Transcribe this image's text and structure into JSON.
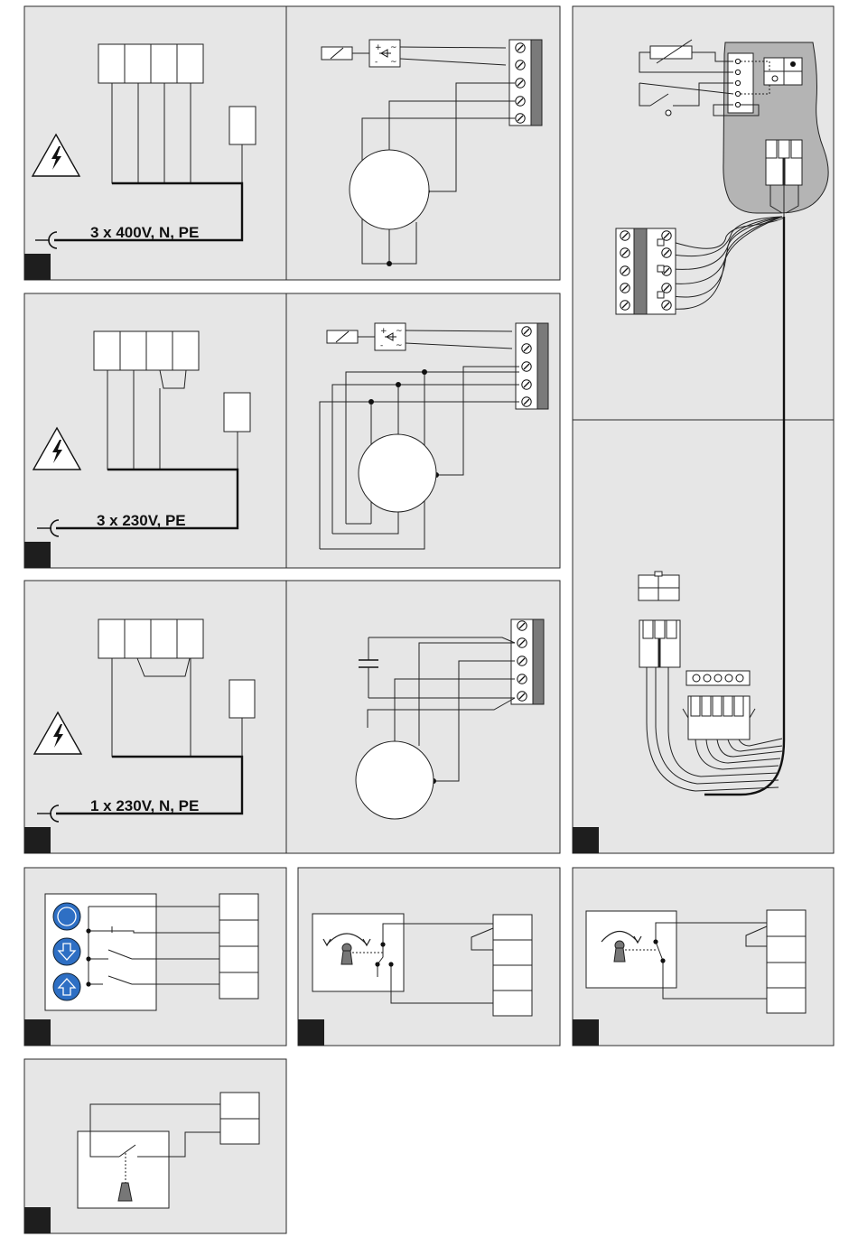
{
  "figure": {
    "panels": [
      {
        "id": "a",
        "supply_label": "3 x 400V, N, PE"
      },
      {
        "id": "b",
        "supply_label": "3 x 230V, PE"
      },
      {
        "id": "c",
        "supply_label": "1 x 230V, N, PE"
      }
    ],
    "colors": {
      "panel_background": "#e6e6e6",
      "line": "#222222",
      "terminal_strip": "#7a7a7a",
      "control_unit": "#b4b4b4",
      "push_button": "#2e6fc4"
    },
    "icons": [
      "high-voltage-warning-icon",
      "plug-symbol-icon",
      "motor-icon",
      "brake-rectifier-icon",
      "capacitor-icon",
      "key-switch-icon",
      "stop-button-icon",
      "down-arrow-button-icon",
      "up-arrow-button-icon",
      "pull-cord-switch-icon"
    ]
  }
}
